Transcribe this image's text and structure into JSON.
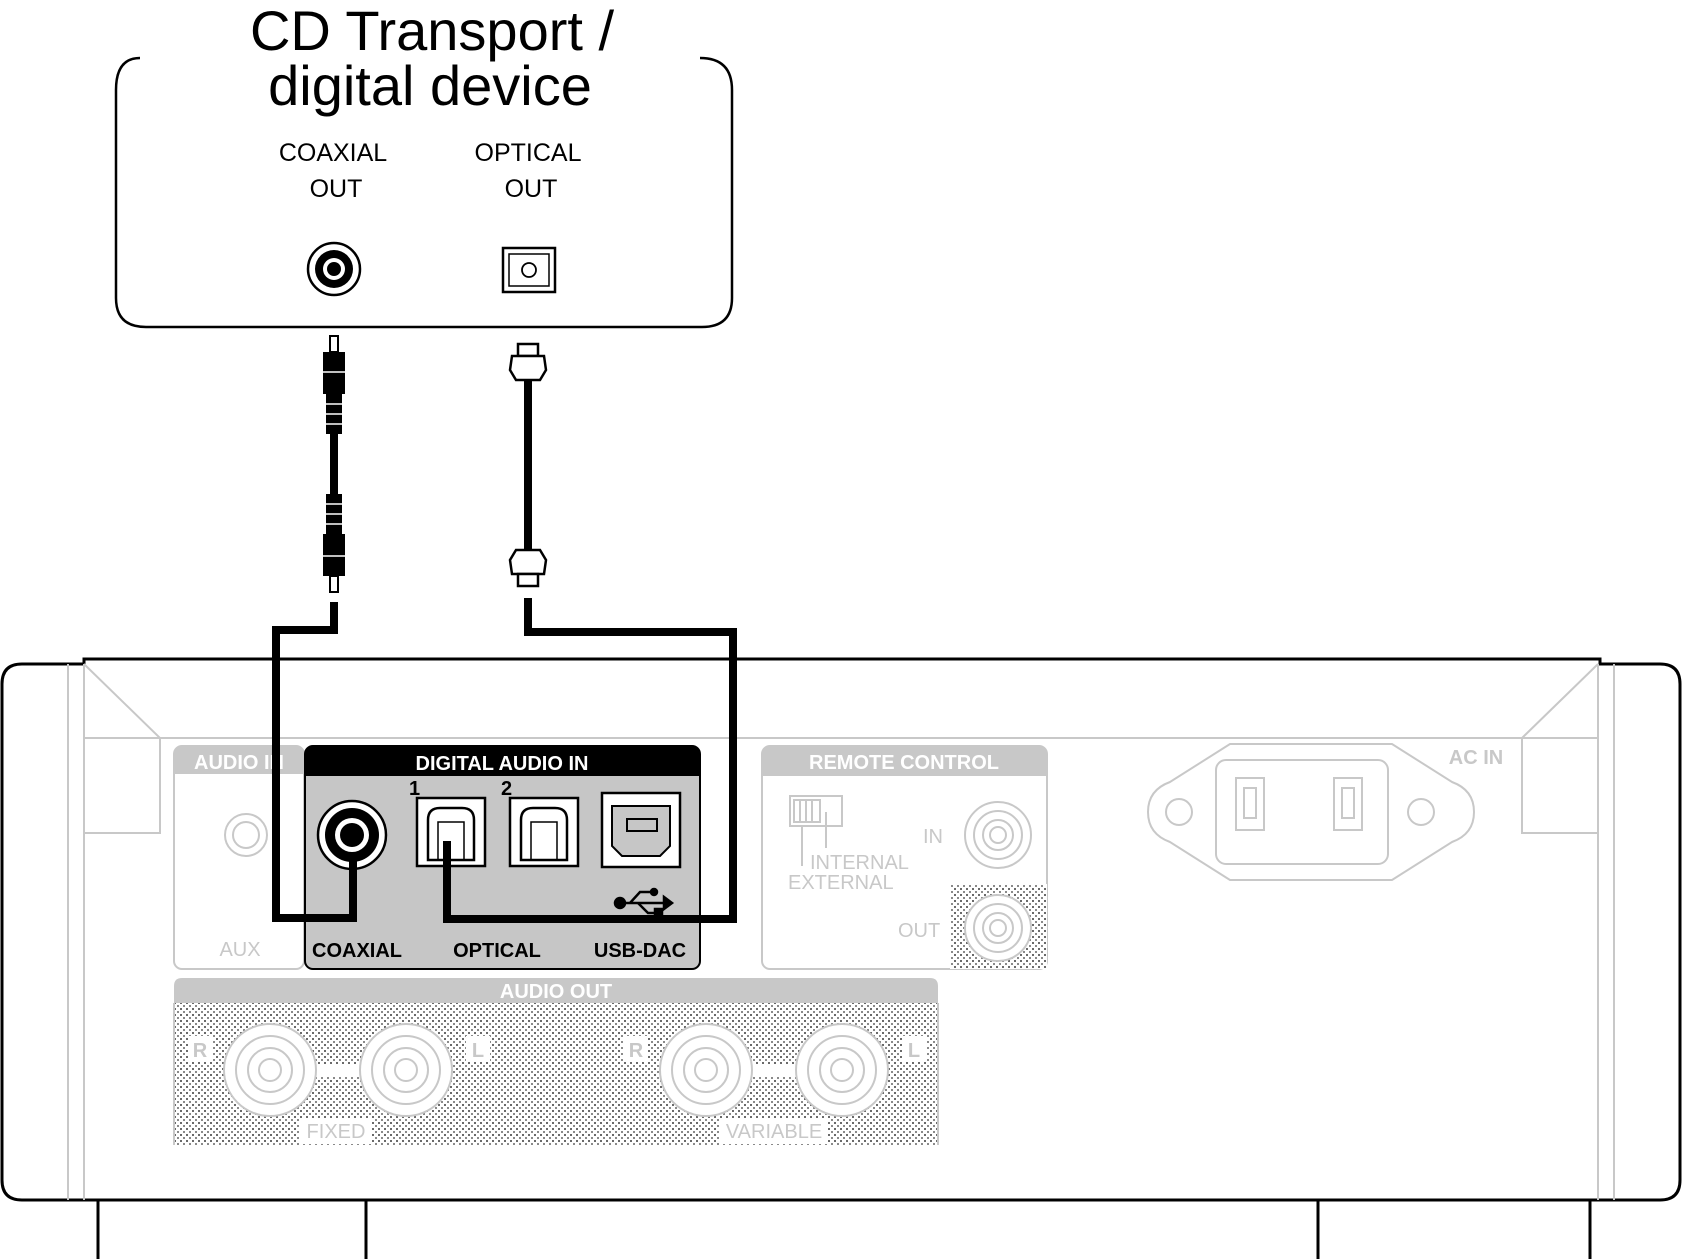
{
  "device": {
    "title_line1": "CD Transport /",
    "title_line2": "digital device",
    "coaxial_line1": "COAXIAL",
    "coaxial_line2": "OUT",
    "optical_line1": "OPTICAL",
    "optical_line2": "OUT"
  },
  "rear_panel": {
    "audio_in_header": "AUDIO IN",
    "aux_label": "AUX",
    "digital_audio_in_header": "DIGITAL AUDIO IN",
    "optical_1_number": "1",
    "optical_2_number": "2",
    "coaxial_label": "COAXIAL",
    "optical_label": "OPTICAL",
    "usb_dac_label": "USB-DAC",
    "remote_control_header": "REMOTE CONTROL",
    "remote_in_label": "IN",
    "remote_out_label": "OUT",
    "internal_label": "INTERNAL",
    "external_label": "EXTERNAL",
    "ac_in_label": "AC IN",
    "audio_out_header": "AUDIO OUT",
    "fixed_label": "FIXED",
    "variable_label": "VARIABLE",
    "right_label": "R",
    "left_label": "L"
  },
  "colors": {
    "line": "#000000",
    "faded": "#c8c8c8",
    "faded_text": "#ffffff",
    "highlight_panel": "#c6c6c6",
    "header_black": "#000000"
  }
}
